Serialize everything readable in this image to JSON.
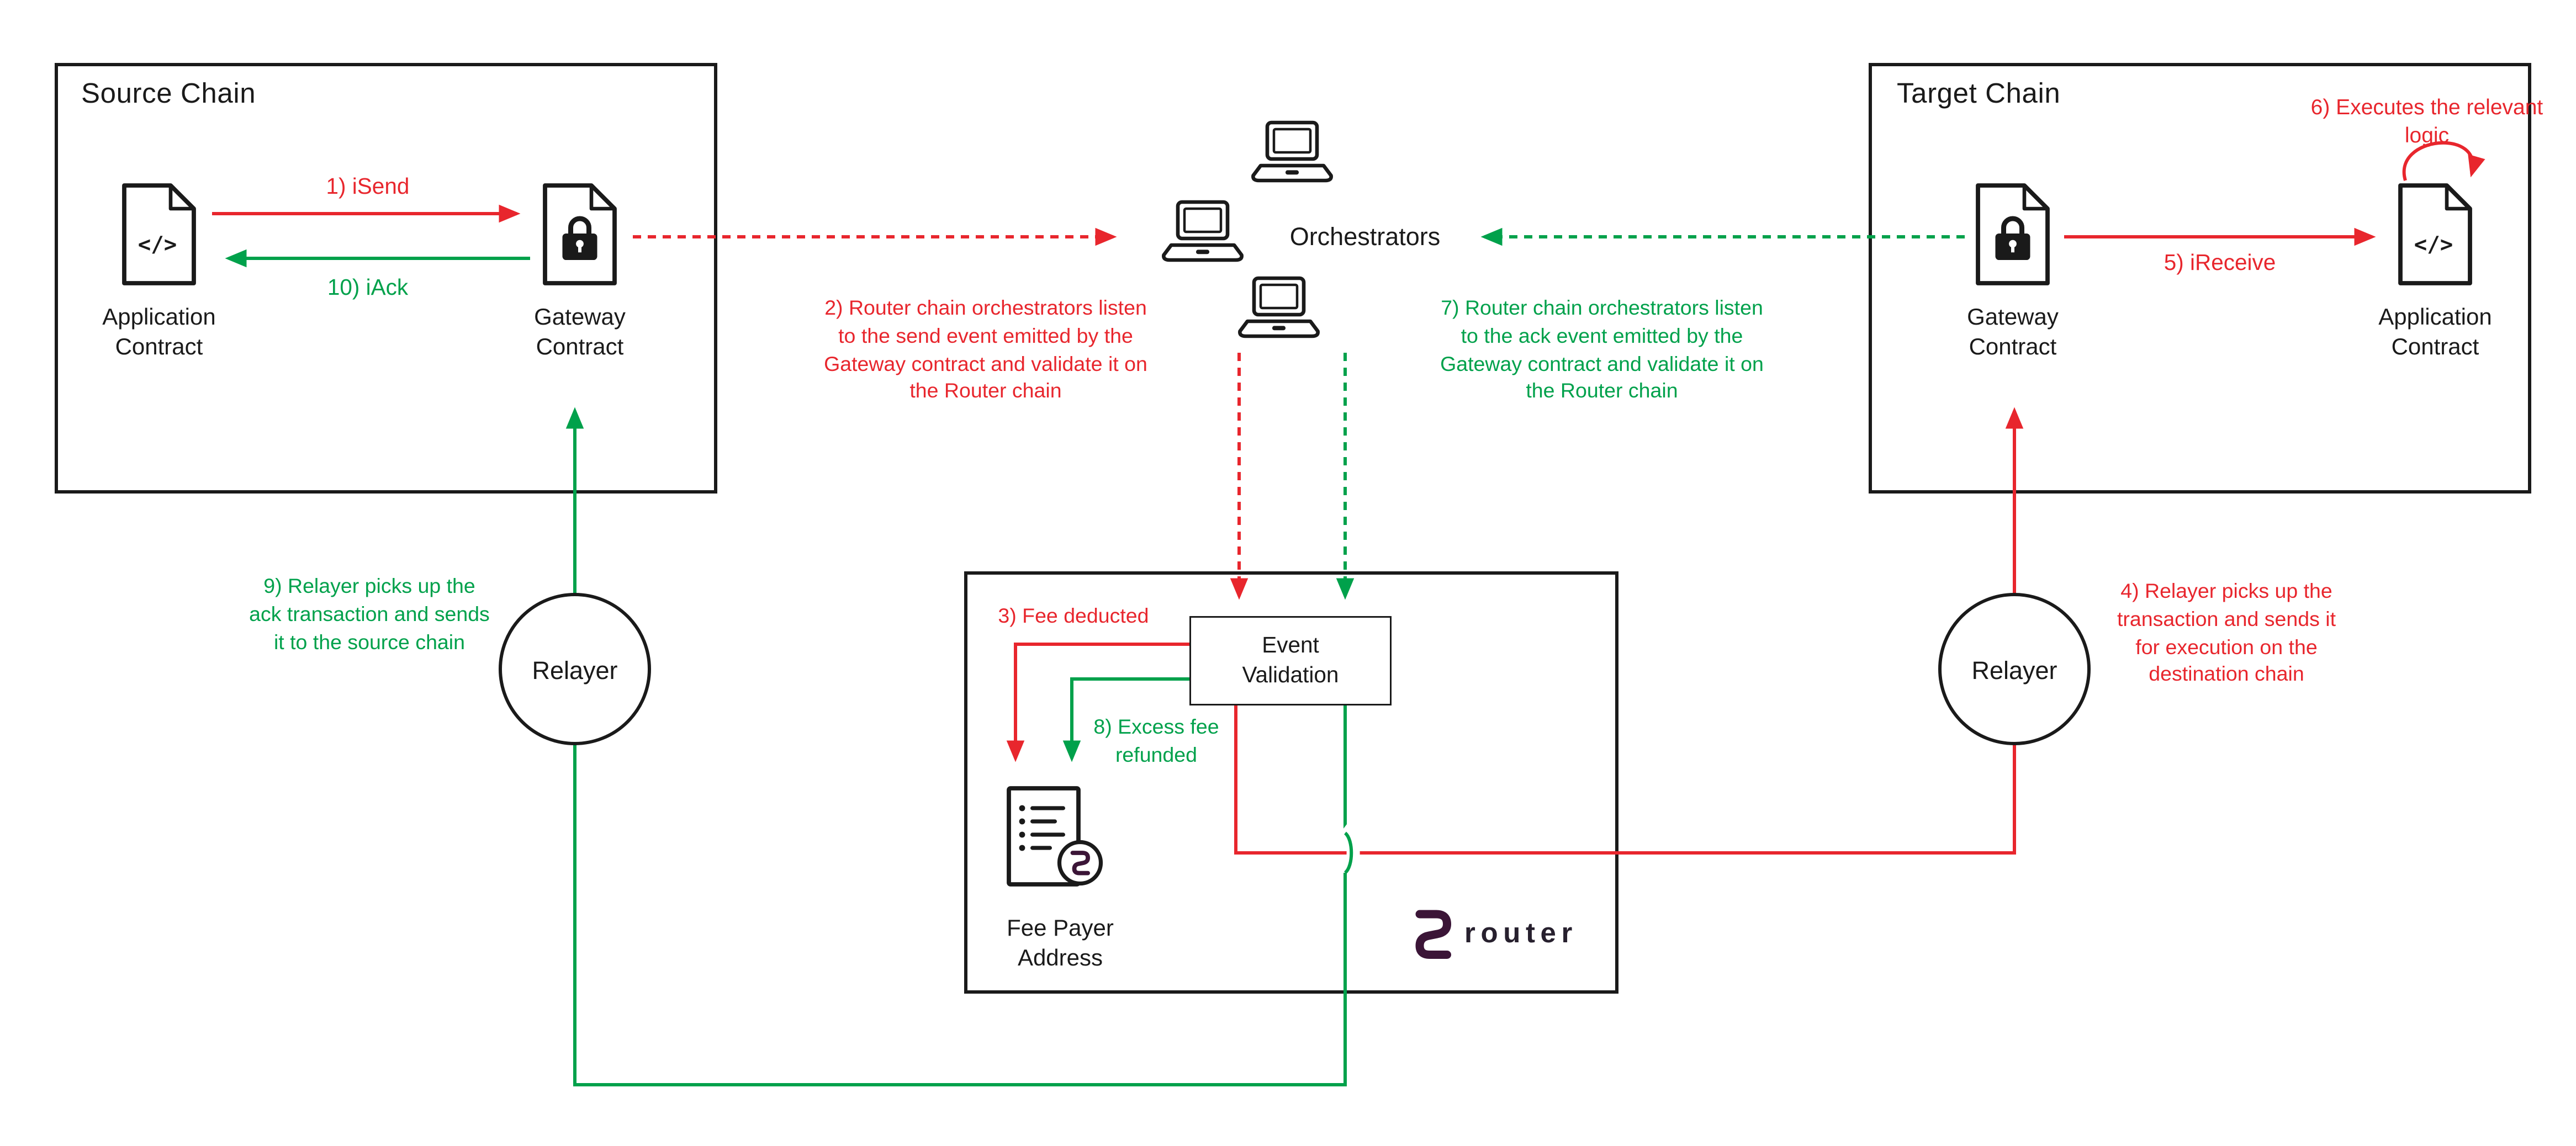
{
  "source_chain": {
    "title": "Source Chain",
    "application_label": "Application Contract",
    "gateway_label": "Gateway Contract"
  },
  "target_chain": {
    "title": "Target Chain",
    "gateway_label": "Gateway Contract",
    "application_label": "Application Contract"
  },
  "orchestrators_label": "Orchestrators",
  "relayers": {
    "left": "Relayer",
    "right": "Relayer"
  },
  "router_chain": {
    "event_validation": "Event Validation",
    "fee_payer": "Fee Payer Address",
    "brand": "router"
  },
  "arrows": {
    "step1": "1) iSend",
    "step2": "2) Router chain orchestrators listen to the send event emitted by the Gateway contract and validate it on the Router chain",
    "step3": "3) Fee deducted",
    "step4": "4) Relayer picks up the transaction and sends it for execution on the destination chain",
    "step5": "5) iReceive",
    "step6": "6) Executes the relevant logic",
    "step7": "7) Router chain orchestrators listen to the ack event emitted by the Gateway contract and validate it on the Router chain",
    "step8": "8) Excess fee refunded",
    "step9": "9) Relayer picks up the ack transaction and sends it to the source chain",
    "step10": "10) iAck"
  },
  "icons": {
    "code_glyph": "</>"
  },
  "colors": {
    "red": "#e8262d",
    "green": "#00a14b",
    "ink": "#1a1a1a",
    "brand": "#3b1537"
  }
}
